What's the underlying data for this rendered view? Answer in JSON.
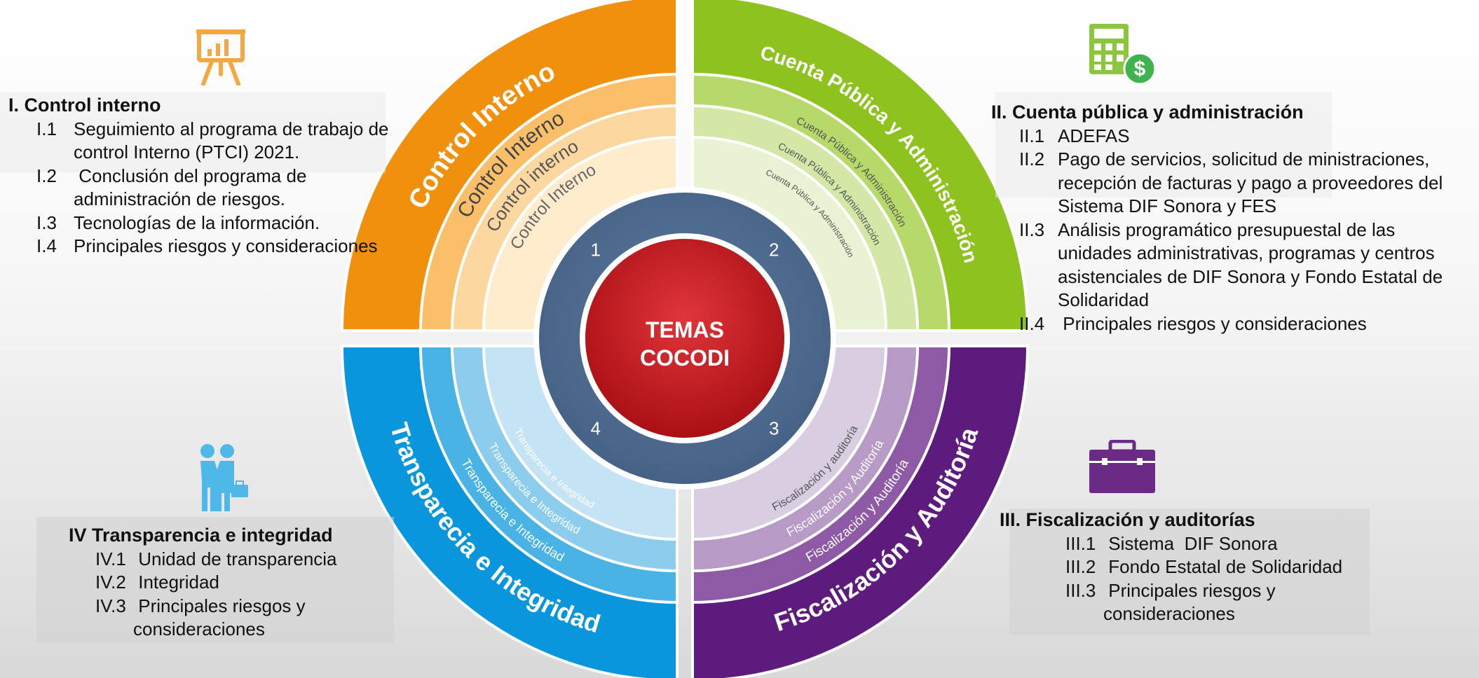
{
  "center": {
    "line1": "TEMAS",
    "line2": "COCODI"
  },
  "quadrant_numbers": [
    "1",
    "2",
    "3",
    "4"
  ],
  "quadrants": [
    {
      "id": "q1",
      "ring_label": "Control Interno",
      "mid_label": "Control Interno",
      "inner_label": "Control interno",
      "innermost_label": "Control Interno",
      "colors": [
        "#f0900c",
        "#fbbf6a",
        "#fdd7a0",
        "#feeccd"
      ]
    },
    {
      "id": "q2",
      "ring_label": "Cuenta Pública y Administración",
      "mid_label": "Cuenta Pública y Administración",
      "inner_label": "Cuenta Pública y Administración",
      "innermost_label": "Cuenta Pública y Administración",
      "colors": [
        "#8dc21f",
        "#b7d96a",
        "#d3e8a7",
        "#e9f3d4"
      ]
    },
    {
      "id": "q3",
      "ring_label": "Fiscalización y Auditoría",
      "mid_label": "Fiscalización y Auditoría",
      "inner_label": "Fiscalización y Auditoría",
      "innermost_label": "Fiscalización y auditoría",
      "colors": [
        "#5e1b7e",
        "#8e5aa6",
        "#b79ac6",
        "#d9cde2"
      ]
    },
    {
      "id": "q4",
      "ring_label": "Transparecia e Integridad",
      "mid_label": "Transparecia e Integridad",
      "inner_label": "Transparecia e Integridad",
      "innermost_label": "Transparecia e Integridad",
      "colors": [
        "#0a96dc",
        "#4ab3e6",
        "#8ccdee",
        "#c4e4f5"
      ]
    }
  ],
  "panels": {
    "control_interno": {
      "heading": "I. Control interno",
      "items": [
        {
          "code": "I.1",
          "lines": [
            "Seguimiento al programa de trabajo de",
            "control Interno (PTCI) 2021."
          ]
        },
        {
          "code": "I.2",
          "lines": [
            " Conclusión del programa de",
            "administración de riesgos."
          ]
        },
        {
          "code": "I.3",
          "lines": [
            "Tecnologías de la información."
          ]
        },
        {
          "code": "I.4",
          "lines": [
            "Principales riesgos y consideraciones"
          ]
        }
      ]
    },
    "cuenta_publica": {
      "heading": "II. Cuenta pública y administración",
      "items": [
        {
          "code": "II.1",
          "lines": [
            "ADEFAS"
          ]
        },
        {
          "code": "II.2",
          "lines": [
            "Pago de servicios, solicitud de ministraciones,",
            "recepción de facturas y pago a proveedores del",
            "Sistema DIF Sonora y FES"
          ]
        },
        {
          "code": "II.3",
          "lines": [
            "Análisis programático presupuestal de las",
            "unidades administrativas, programas y centros",
            "asistenciales de DIF Sonora y Fondo Estatal de",
            "Solidaridad"
          ]
        },
        {
          "code": "II.4",
          "lines": [
            " Principales riesgos y consideraciones"
          ]
        }
      ]
    },
    "fiscalizacion": {
      "heading": "III. Fiscalización y auditorías",
      "items": [
        {
          "code": "III.1",
          "lines": [
            " Sistema  DIF Sonora"
          ]
        },
        {
          "code": "III.2",
          "lines": [
            " Fondo Estatal de Solidaridad"
          ]
        },
        {
          "code": "III.3",
          "lines": [
            " Principales riesgos y",
            "consideraciones"
          ]
        }
      ]
    },
    "transparencia": {
      "heading": "IV Transparencia e integridad",
      "items": [
        {
          "code": "IV.1",
          "lines": [
            " Unidad de transparencia"
          ]
        },
        {
          "code": "IV.2",
          "lines": [
            " Integridad"
          ]
        },
        {
          "code": "IV.3",
          "lines": [
            " Principales riesgos y",
            "consideraciones"
          ]
        }
      ]
    }
  },
  "icons": {
    "control": "presentation-board-icon",
    "cuenta": "calculator-money-icon",
    "fiscalizacion": "briefcase-icon",
    "transparencia": "handshake-icon"
  },
  "accent_colors": {
    "center_red": "#c41a1f",
    "hub_blue": "#4e6b90"
  }
}
